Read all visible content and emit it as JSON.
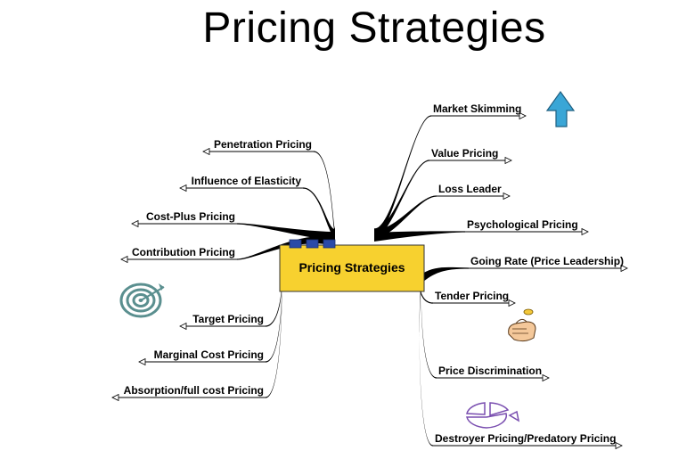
{
  "title": "Pricing Strategies",
  "center": {
    "label": "Pricing Strategies",
    "fill": "#f7d12f",
    "tab_color": "#2a4aa8"
  },
  "branches": {
    "left": [
      "Penetration Pricing",
      "Influence of Elasticity",
      "Cost-Plus Pricing",
      "Contribution Pricing",
      "Target Pricing",
      "Marginal Cost Pricing",
      "Absorption/full cost Pricing"
    ],
    "right": [
      "Market Skimming",
      "Value Pricing",
      "Loss Leader",
      "Psychological Pricing",
      "Going Rate (Price Leadership)",
      "Tender Pricing",
      "Price Discrimination",
      "Destroyer Pricing/Predatory Pricing"
    ]
  },
  "icons": [
    "up-arrow-icon",
    "target-icon",
    "coin-toss-icon",
    "pie-chart-icon"
  ],
  "colors": {
    "branch": "#000000",
    "arrow_icon": "#3aa6d6",
    "target_icon": "#5a8f8f",
    "pie_icon": "#7a4fb0"
  }
}
